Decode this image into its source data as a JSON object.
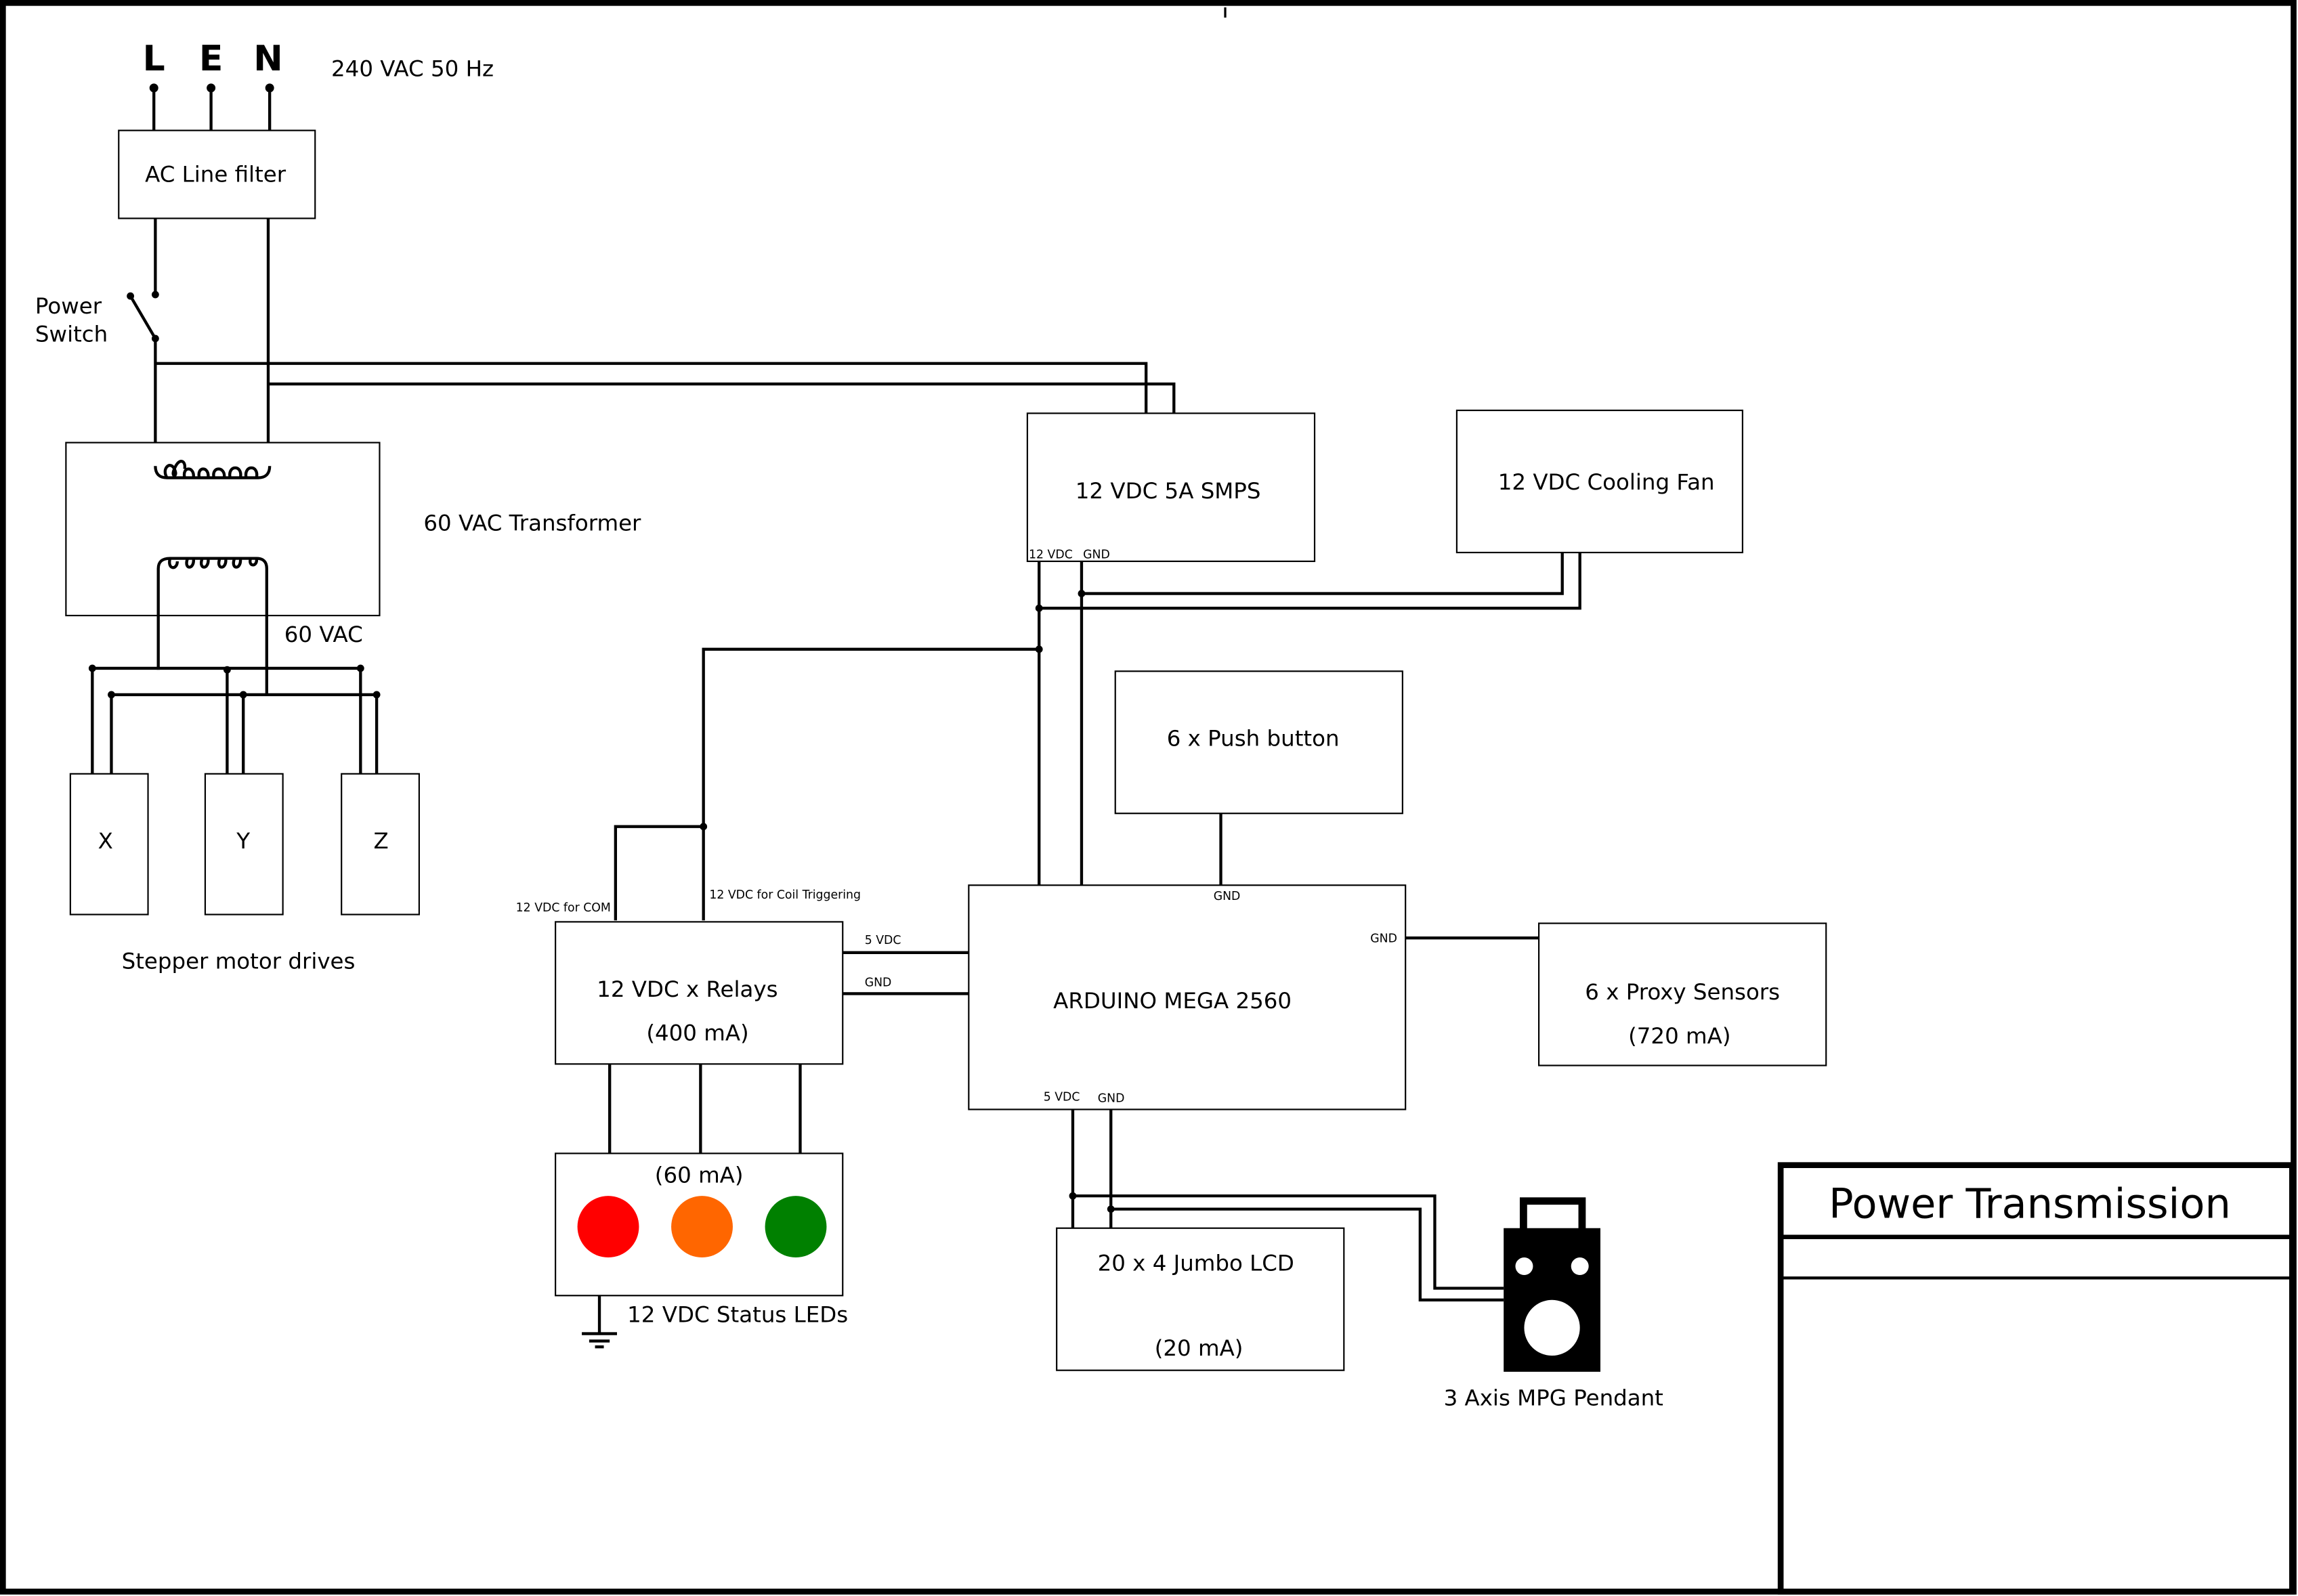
{
  "mains": {
    "L": "L",
    "E": "E",
    "N": "N",
    "spec": "240 VAC 50 Hz"
  },
  "ac_filter": "AC Line filter",
  "power_switch": [
    "Power",
    "Switch"
  ],
  "transformer": {
    "label": "60 VAC Transformer",
    "secondary": "60 VAC"
  },
  "drives": {
    "x": "X",
    "y": "Y",
    "z": "Z",
    "caption": "Stepper motor drives"
  },
  "smps": {
    "label": "12 VDC 5A SMPS",
    "pin_12v": "12 VDC",
    "pin_gnd": "GND"
  },
  "fan": "12 VDC Cooling Fan",
  "push_button": "6 x Push button",
  "relays": {
    "line1": "12 VDC x  Relays",
    "line2": "(400 mA)",
    "com": "12 VDC for COM",
    "coil": "12 VDC for Coil Triggering",
    "pin_5v": "5 VDC",
    "pin_gnd": "GND"
  },
  "arduino": {
    "label": "ARDUINO MEGA 2560",
    "gnd_top": "GND",
    "gnd_right": "GND",
    "pin_5v_bottom": "5 VDC",
    "gnd_bottom": "GND"
  },
  "proxy": {
    "line1": "6 x Proxy Sensors",
    "line2": "(720 mA)"
  },
  "leds": {
    "current": "(60 mA)",
    "caption": "12 VDC Status LEDs",
    "colors": [
      "#ff0000",
      "#ff6600",
      "#008000"
    ]
  },
  "lcd": {
    "line1": "20 x 4 Jumbo LCD",
    "line2": "(20 mA)"
  },
  "pendant": "3 Axis MPG Pendant",
  "title_block": {
    "title": "Power Transmission"
  }
}
